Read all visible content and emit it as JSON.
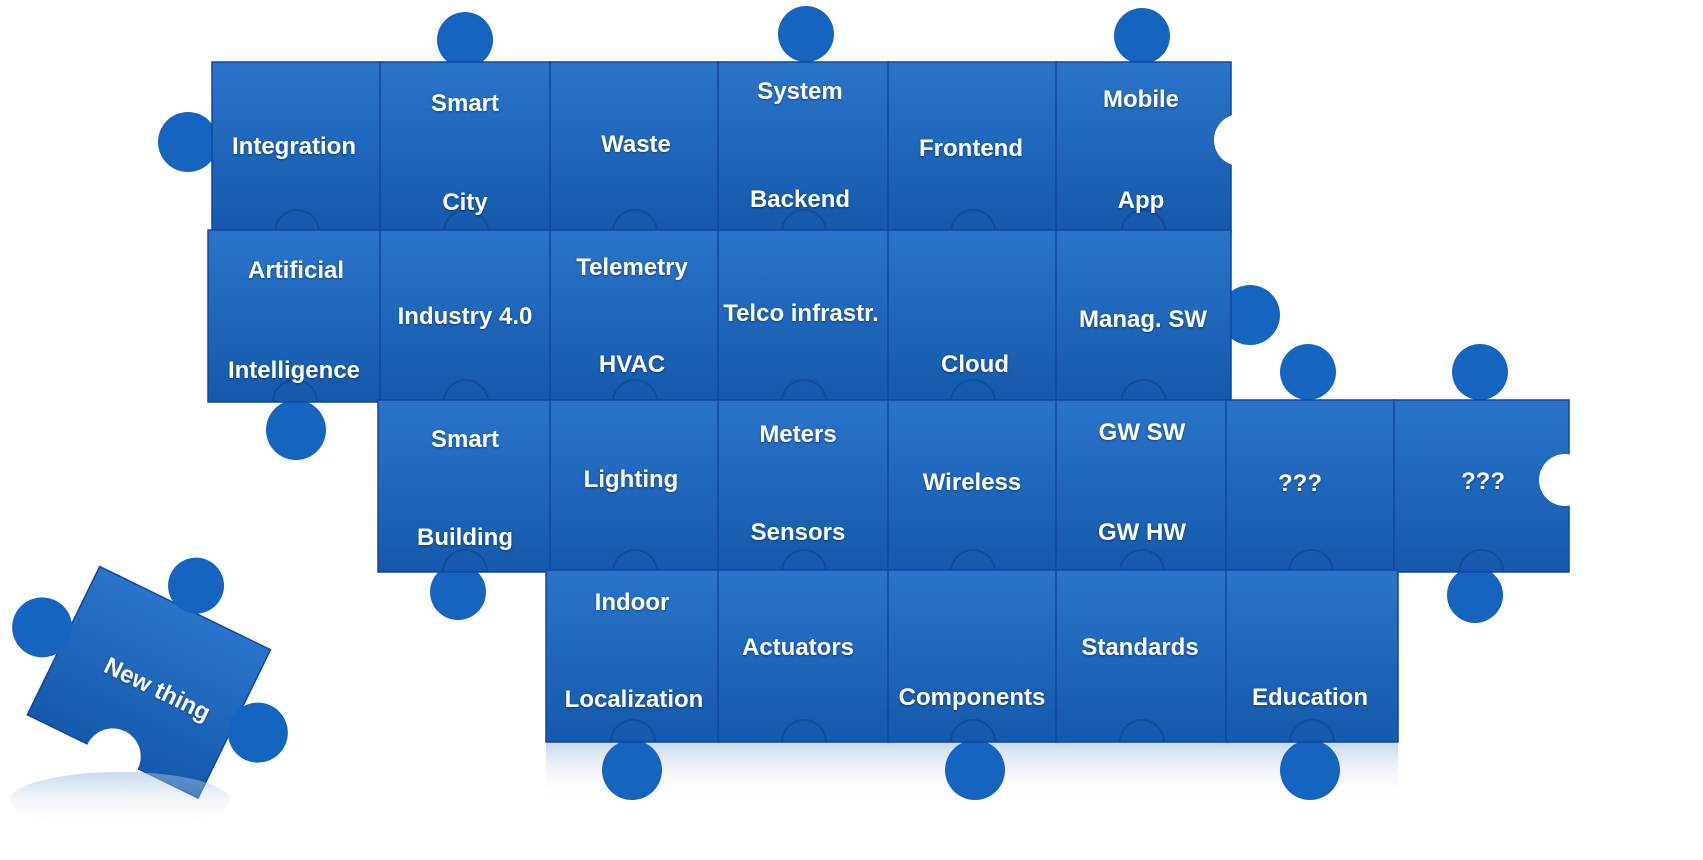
{
  "diagram": {
    "pieces": [
      {
        "id": "integration",
        "lines": [
          "Integration"
        ]
      },
      {
        "id": "smart-city",
        "lines": [
          "Smart",
          "City"
        ]
      },
      {
        "id": "waste",
        "lines": [
          "Waste"
        ]
      },
      {
        "id": "system-backend",
        "lines": [
          "System",
          "Backend"
        ]
      },
      {
        "id": "frontend",
        "lines": [
          "Frontend"
        ]
      },
      {
        "id": "mobile-app",
        "lines": [
          "Mobile",
          "App"
        ]
      },
      {
        "id": "artificial-intelligence",
        "lines": [
          "Artificial",
          "Intelligence"
        ]
      },
      {
        "id": "industry",
        "lines": [
          "Industry 4.0"
        ]
      },
      {
        "id": "telemetry-hvac",
        "lines": [
          "Telemetry",
          "HVAC"
        ]
      },
      {
        "id": "telco",
        "lines": [
          "Telco infrastr."
        ]
      },
      {
        "id": "cloud",
        "lines": [
          "Cloud"
        ]
      },
      {
        "id": "manag-sw",
        "lines": [
          "Manag. SW"
        ]
      },
      {
        "id": "smart-building",
        "lines": [
          "Smart",
          "Building"
        ]
      },
      {
        "id": "lighting",
        "lines": [
          "Lighting"
        ]
      },
      {
        "id": "meters-sensors",
        "lines": [
          "Meters",
          "Sensors"
        ]
      },
      {
        "id": "wireless",
        "lines": [
          "Wireless"
        ]
      },
      {
        "id": "gw",
        "lines": [
          "GW SW",
          "GW HW"
        ]
      },
      {
        "id": "unknown-1",
        "lines": [
          "???"
        ]
      },
      {
        "id": "unknown-2",
        "lines": [
          "???"
        ]
      },
      {
        "id": "indoor-localization",
        "lines": [
          "Indoor",
          "Localization"
        ]
      },
      {
        "id": "actuators",
        "lines": [
          "Actuators"
        ]
      },
      {
        "id": "components",
        "lines": [
          "Components"
        ]
      },
      {
        "id": "standards",
        "lines": [
          "Standards"
        ]
      },
      {
        "id": "education",
        "lines": [
          "Education"
        ]
      }
    ],
    "loose_piece": {
      "label": "New thing"
    }
  },
  "colors": {
    "piece": "#1565c0",
    "piece_dark": "#0d47a1",
    "piece_light": "#3b86d6",
    "text": "#ffffff"
  }
}
